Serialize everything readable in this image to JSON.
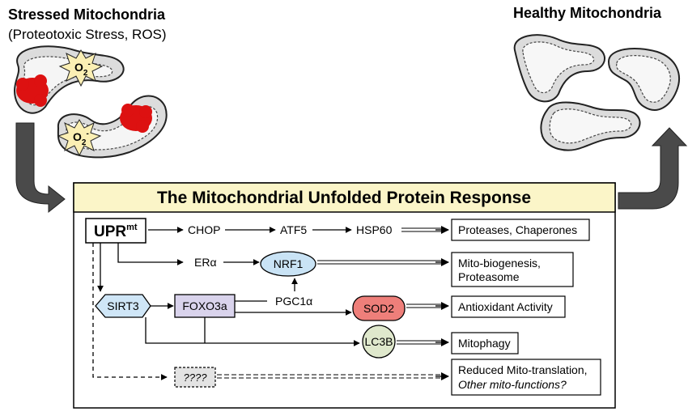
{
  "stressed": {
    "title": "Stressed Mitochondria",
    "subtitle": "(Proteotoxic Stress, ROS)",
    "ros_label": "O",
    "ros_sub": "2",
    "ros_sup": "-"
  },
  "healthy": {
    "title": "Healthy Mitochondria"
  },
  "banner": {
    "title": "The Mitochondrial Unfolded Protein Response"
  },
  "nodes": {
    "upr": "UPR",
    "upr_sup": "mt",
    "chop": "CHOP",
    "atf5": "ATF5",
    "hsp60": "HSP60",
    "era": "ERα",
    "nrf1": "NRF1",
    "sirt3": "SIRT3",
    "foxo3a": "FOXO3a",
    "pgc1a": "PGC1α",
    "sod2": "SOD2",
    "lc3b": "LC3B",
    "unknown": "????"
  },
  "outcomes": {
    "proteases": "Proteases, Chaperones",
    "biogenesis_1": "Mito-biogenesis,",
    "biogenesis_2": "Proteasome",
    "antioxidant": "Antioxidant Activity",
    "mitophagy": "Mitophagy",
    "reduced_1": "Reduced Mito-translation,",
    "reduced_2": "Other mito-functions?"
  },
  "colors": {
    "banner_fill": "#fbf5c8",
    "nrf1_fill": "#c9e3f5",
    "sirt3_fill": "#cfe6f7",
    "foxo3a_fill": "#d9d3ec",
    "sod2_fill": "#ee7f7a",
    "lc3b_fill": "#dfe8cc",
    "unknown_fill": "#e3e3e3",
    "ros_burst": "#fbefb4",
    "protein_aggregate": "#dd1111",
    "arrow_fill": "#4a4a4a"
  }
}
